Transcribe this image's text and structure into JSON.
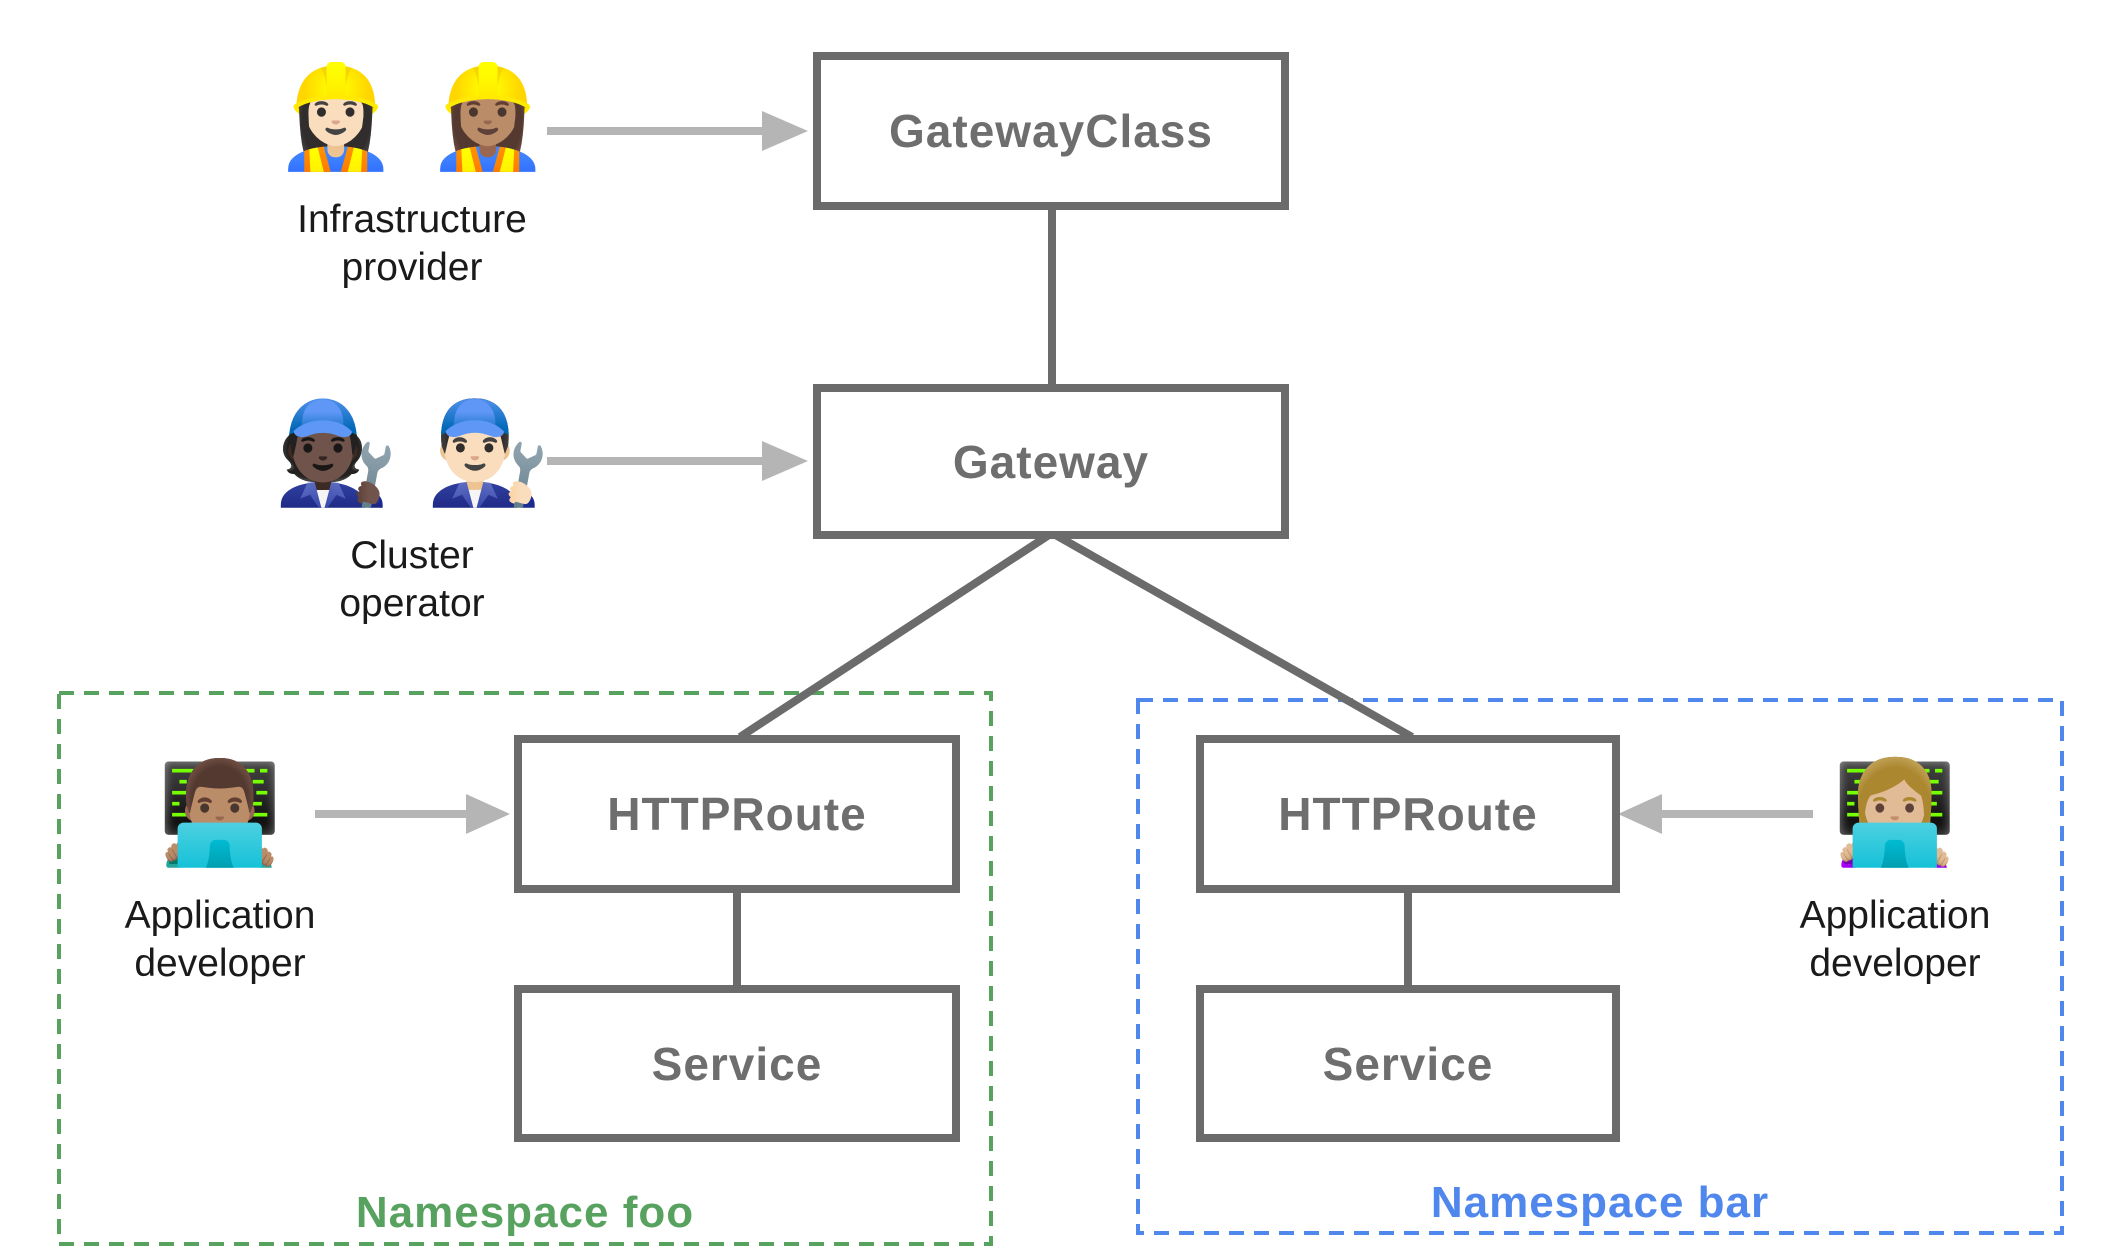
{
  "nodes": {
    "gateway_class": {
      "label": "GatewayClass"
    },
    "gateway": {
      "label": "Gateway"
    },
    "httproute_foo": {
      "label": "HTTPRoute"
    },
    "service_foo": {
      "label": "Service"
    },
    "httproute_bar": {
      "label": "HTTPRoute"
    },
    "service_bar": {
      "label": "Service"
    }
  },
  "personas": {
    "infrastructure_provider": {
      "emoji": "👷🏻‍♀️ 👷🏽‍♀️",
      "label": "Infrastructure\nprovider"
    },
    "cluster_operator": {
      "emoji": "🧑🏿‍🔧 👨🏻‍🔧",
      "label": "Cluster\noperator"
    },
    "application_developer_foo": {
      "emoji": "👨🏽‍💻",
      "label": "Application\ndeveloper"
    },
    "application_developer_bar": {
      "emoji": "👩🏼‍💻",
      "label": "Application\ndeveloper"
    }
  },
  "namespaces": {
    "foo": {
      "label": "Namespace foo",
      "color": "#57a25f"
    },
    "bar": {
      "label": "Namespace bar",
      "color": "#5087ec"
    }
  },
  "theme": {
    "box_border": "#6b6b6b",
    "box_text": "#6e6e6e",
    "connector": "#6b6b6b",
    "arrow": "#b5b5b5",
    "persona_text": "#1a1a1a",
    "background": "#ffffff"
  }
}
